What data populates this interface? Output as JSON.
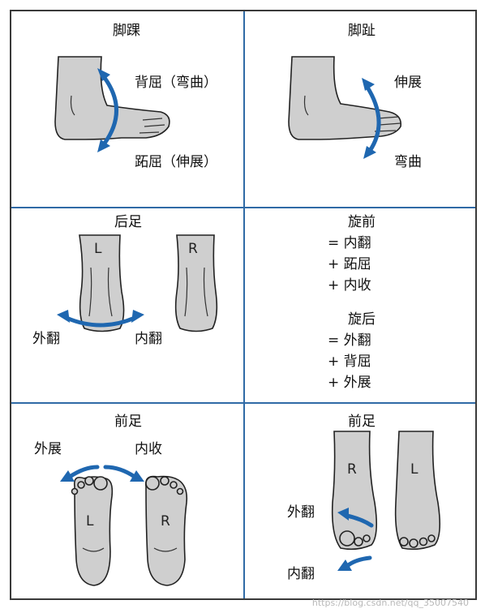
{
  "panels": {
    "ankle": {
      "title": "脚踝",
      "up_label": "背屈（弯曲）",
      "down_label": "跖屈（伸展）"
    },
    "toes": {
      "title": "脚趾",
      "up_label": "伸展",
      "down_label": "弯曲"
    },
    "hindfoot": {
      "title": "后足",
      "left_label": "外翻",
      "right_label": "内翻",
      "foot_left": "L",
      "foot_right": "R"
    },
    "definitions": {
      "pronation": {
        "title": "旋前",
        "lines": [
          "= 内翻",
          "+ 跖屈",
          "+ 内收"
        ]
      },
      "supination": {
        "title": "旋后",
        "lines": [
          "= 外翻",
          "+ 背屈",
          "+ 外展"
        ]
      }
    },
    "forefoot_1": {
      "title": "前足",
      "left_label": "外展",
      "right_label": "内收",
      "foot_left": "L",
      "foot_right": "R"
    },
    "forefoot_2": {
      "title": "前足",
      "upper_label": "外翻",
      "lower_label": "内翻",
      "foot_left": "R",
      "foot_right": "L"
    }
  },
  "watermark": "https://blog.csdn.net/qq_35007540",
  "colors": {
    "arrow": "#1f67b0",
    "grid_line": "#2f6aa6",
    "foot_fill": "#cfcfcf"
  }
}
